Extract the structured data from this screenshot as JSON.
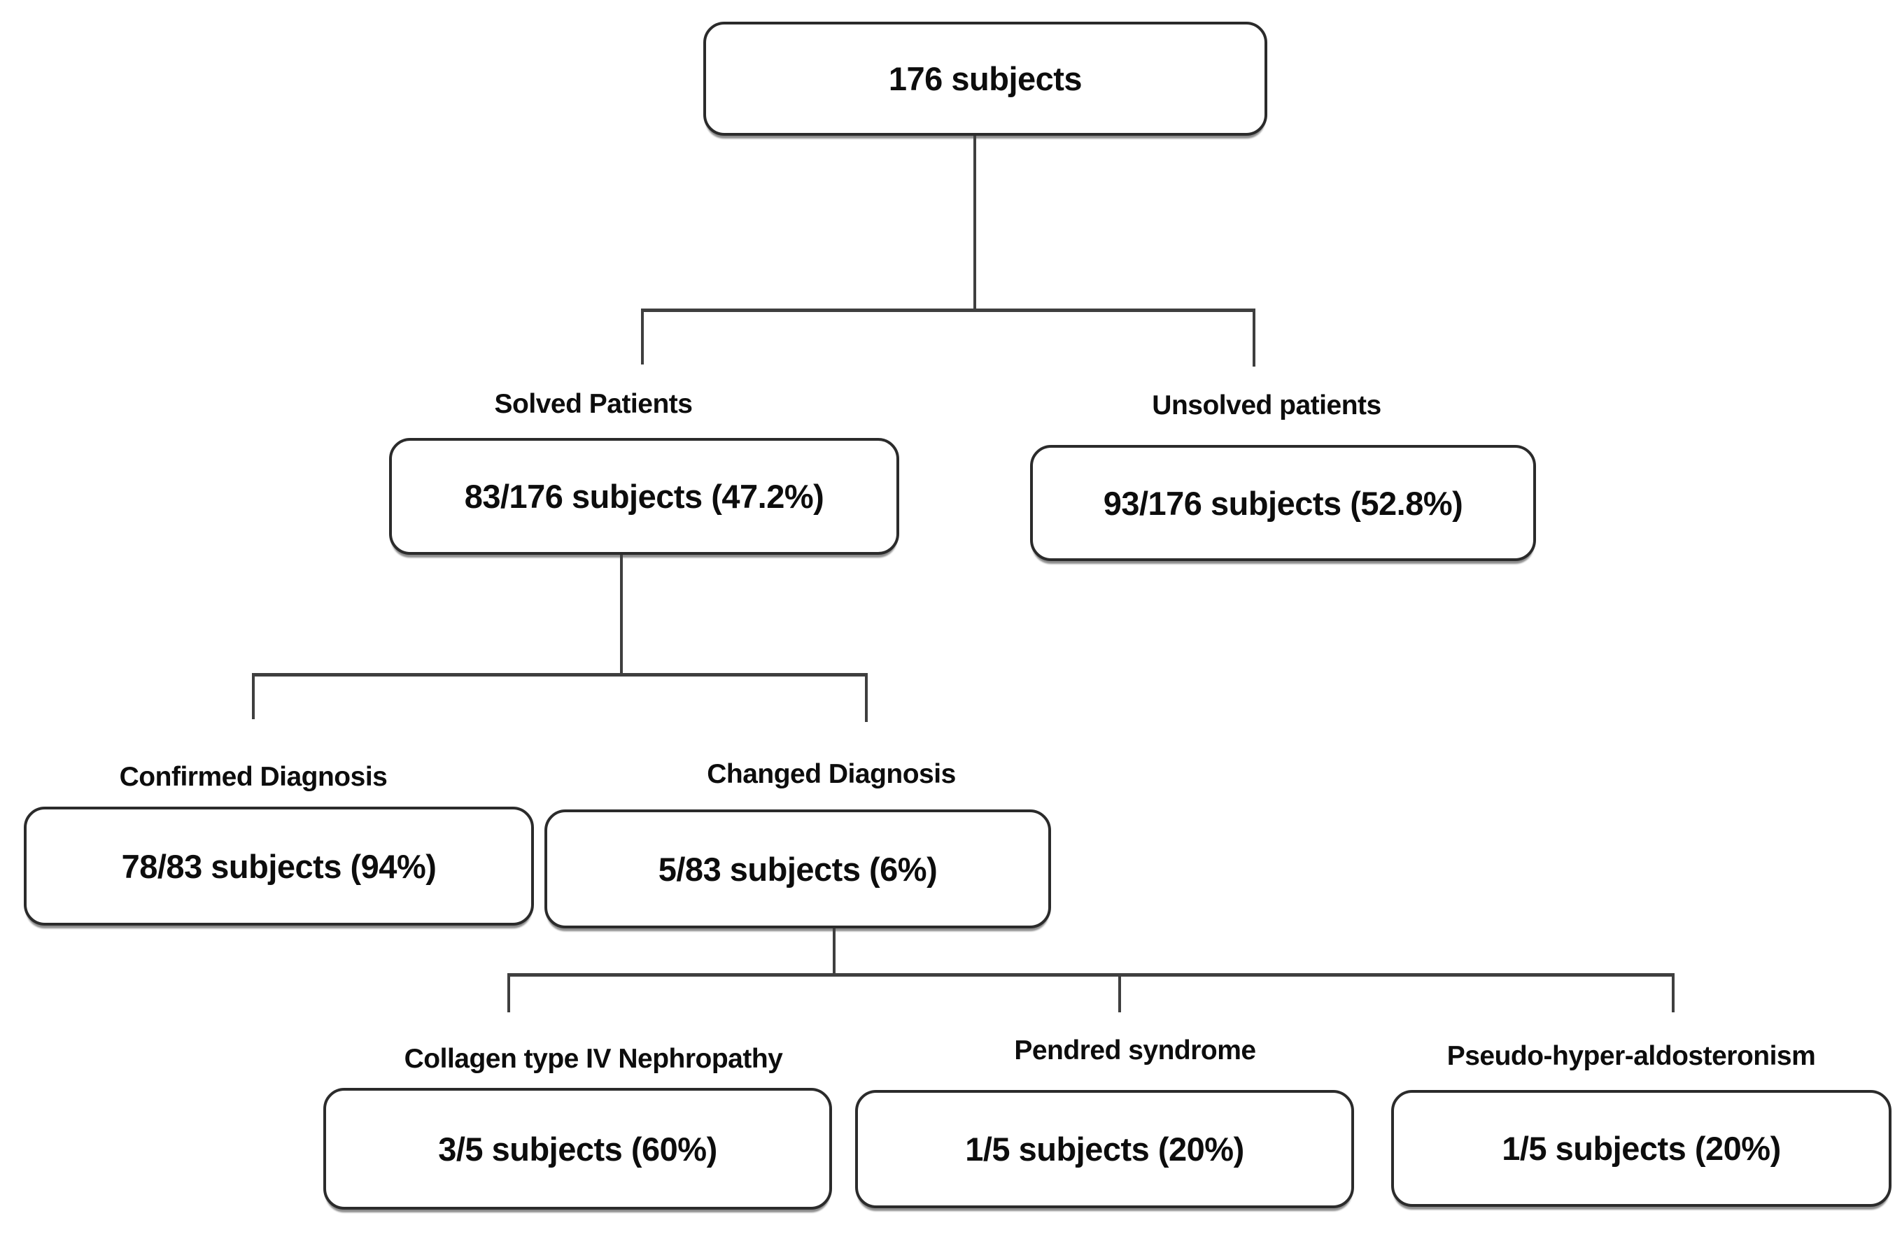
{
  "figure": {
    "type": "flowchart",
    "colors": {
      "background": "#ffffff",
      "box_border": "#2b2b2b",
      "connector_line": "#3f3f3f",
      "text": "#0d0d0d"
    },
    "nodes": {
      "total": {
        "label": "",
        "text": "176 subjects"
      },
      "solved": {
        "label": "Solved Patients",
        "text": "83/176 subjects (47.2%)"
      },
      "unsolved": {
        "label": "Unsolved patients",
        "text": "93/176 subjects (52.8%)"
      },
      "confirmed": {
        "label": "Confirmed Diagnosis",
        "text": "78/83 subjects (94%)"
      },
      "changed": {
        "label": "Changed Diagnosis",
        "text": "5/83 subjects (6%)"
      },
      "collagen": {
        "label": "Collagen type IV Nephropathy",
        "text": "3/5 subjects (60%)"
      },
      "pendred": {
        "label": "Pendred syndrome",
        "text": "1/5 subjects (20%)"
      },
      "pseudo": {
        "label": "Pseudo-hyper-aldosteronism",
        "text": "1/5 subjects (20%)"
      }
    },
    "edges": [
      {
        "from": "total",
        "to": "solved"
      },
      {
        "from": "total",
        "to": "unsolved"
      },
      {
        "from": "solved",
        "to": "confirmed"
      },
      {
        "from": "solved",
        "to": "changed"
      },
      {
        "from": "changed",
        "to": "collagen"
      },
      {
        "from": "changed",
        "to": "pendred"
      },
      {
        "from": "changed",
        "to": "pseudo"
      }
    ]
  }
}
